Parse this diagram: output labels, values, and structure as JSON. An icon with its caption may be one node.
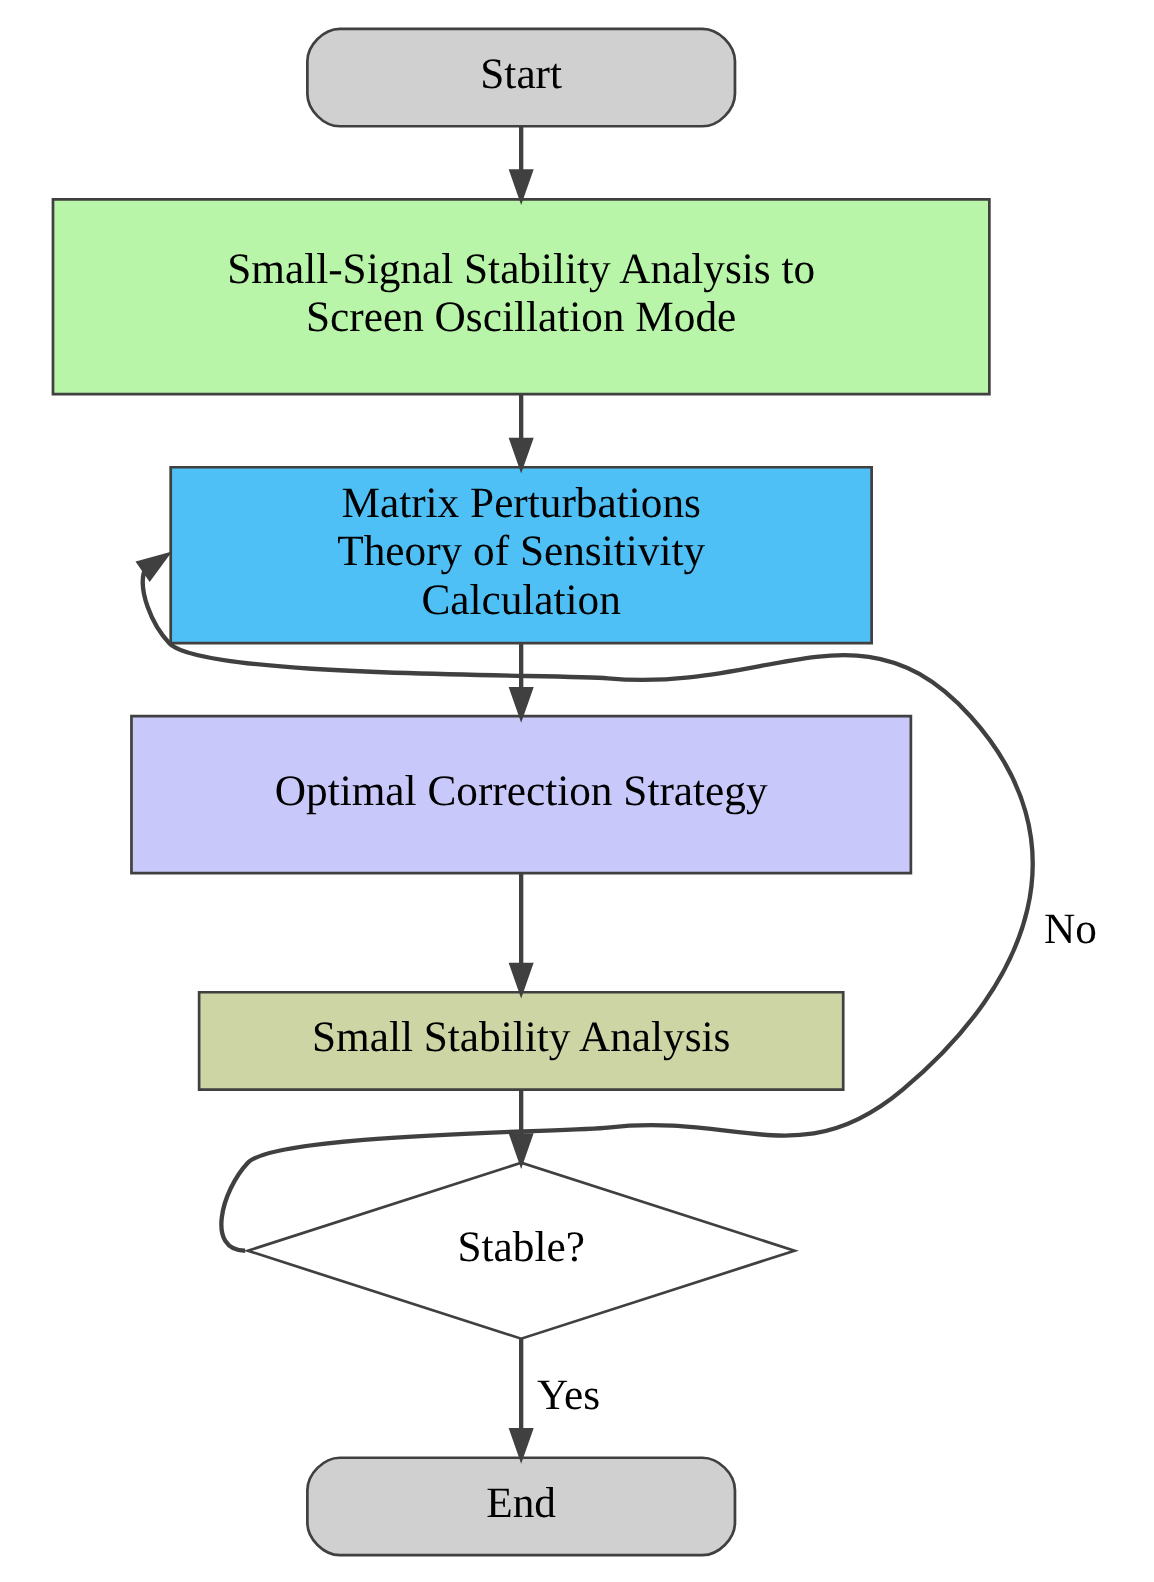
{
  "diagram": {
    "nodes": [
      {
        "text": [
          "Start"
        ]
      },
      {
        "text": [
          "Small-Signal Stability Analysis to Screen Oscillation Mode"
        ]
      },
      {
        "text": [
          "Matrix Perturbations Theory of Sensitivity Calculation"
        ]
      },
      {
        "text": [
          "Optimal Correction Strategy"
        ]
      },
      {
        "text": [
          "Small Stability Analysis"
        ]
      },
      {
        "text": [
          "Stable?"
        ]
      },
      {
        "text": [
          "End"
        ]
      }
    ],
    "edges": [
      {
        "from": 0,
        "to": 1,
        "arrow": "to"
      },
      {
        "from": 1,
        "to": 2,
        "arrow": "to"
      },
      {
        "from": 2,
        "to": 3,
        "arrow": "to"
      },
      {
        "from": 3,
        "to": 4,
        "arrow": "to"
      },
      {
        "from": 4,
        "to": 5,
        "arrow": "to"
      },
      {
        "from": 5,
        "to": 2,
        "arrow": "to",
        "label": "No"
      },
      {
        "from": 5,
        "to": 6,
        "arrow": "to",
        "label": "Yes"
      }
    ]
  }
}
